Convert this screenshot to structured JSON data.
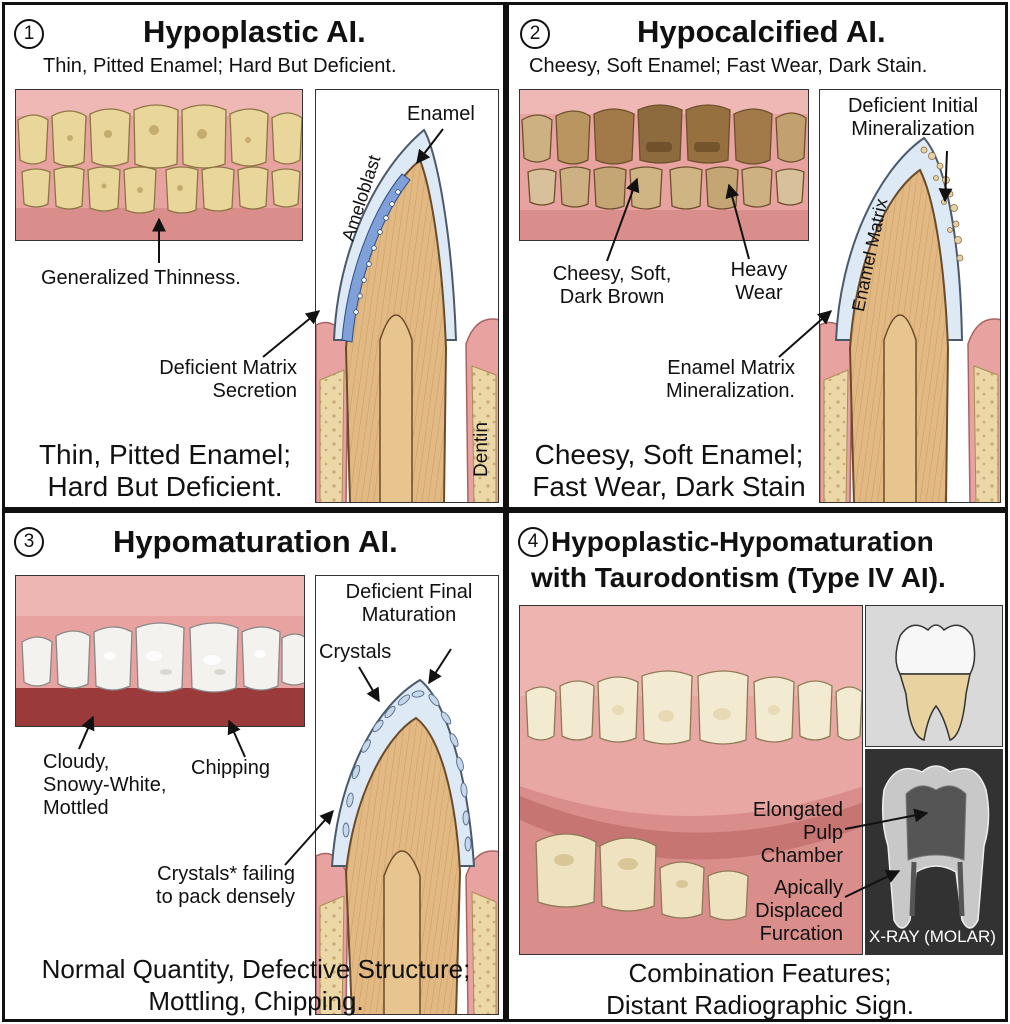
{
  "panel1": {
    "number": "1",
    "title": "Hypoplastic AI.",
    "subtitle": "Thin, Pitted Enamel; Hard But Deficient.",
    "label_thinness": "Generalized Thinness.",
    "label_enamel": "Enamel",
    "label_ameloblast": "Ameloblast",
    "label_deficient_line1": "Deficient Matrix",
    "label_deficient_line2": "Secretion",
    "label_dentin": "Dentin",
    "summary_line1": "Thin, Pitted Enamel;",
    "summary_line2": "Hard But Deficient."
  },
  "panel2": {
    "number": "2",
    "title": "Hypocalcified AI.",
    "subtitle": "Cheesy, Soft Enamel; Fast Wear, Dark Stain.",
    "label_cheesy_line1": "Cheesy, Soft,",
    "label_cheesy_line2": "Dark Brown",
    "label_wear_line1": "Heavy",
    "label_wear_line2": "Wear",
    "label_initial_line1": "Deficient Initial",
    "label_initial_line2": "Mineralization",
    "label_matrix": "Enamel Matrix",
    "label_mineralization_line1": "Enamel Matrix",
    "label_mineralization_line2": "Mineralization.",
    "summary_line1": "Cheesy, Soft Enamel;",
    "summary_line2": "Fast Wear, Dark Stain"
  },
  "panel3": {
    "number": "3",
    "title": "Hypomaturation AI.",
    "label_cloudy_line1": "Cloudy,",
    "label_cloudy_line2": "Snowy-White,",
    "label_cloudy_line3": "Mottled",
    "label_chipping": "Chipping",
    "label_final_line1": "Deficient Final",
    "label_final_line2": "Maturation",
    "label_crystals": "Crystals",
    "label_failing_line1": "Crystals* failing",
    "label_failing_line2": "to pack densely",
    "summary_line1": "Normal Quantity, Defective Structure;",
    "summary_line2": "Mottling, Chipping."
  },
  "panel4": {
    "number": "4",
    "title_line1": "Hypoplastic-Hypomaturation",
    "title_line2": "with Taurodontism (Type IV AI).",
    "label_pulp_line1": "Elongated",
    "label_pulp_line2": "Pulp",
    "label_pulp_line3": "Chamber",
    "label_furcation_line1": "Apically",
    "label_furcation_line2": "Displaced",
    "label_furcation_line3": "Furcation",
    "label_xray": "X-RAY (MOLAR)",
    "summary_line1": "Combination Features;",
    "summary_line2": "Distant Radiographic Sign."
  },
  "colors": {
    "gum": "#e8a3a0",
    "gum_dark": "#b96462",
    "enamel_yellow": "#e9d69a",
    "enamel_brown": "#a27a4a",
    "enamel_white": "#f3f2ee",
    "dentin": "#e2b983",
    "bone": "#ecd8a6",
    "xray_bg": "#2a2a2a"
  }
}
